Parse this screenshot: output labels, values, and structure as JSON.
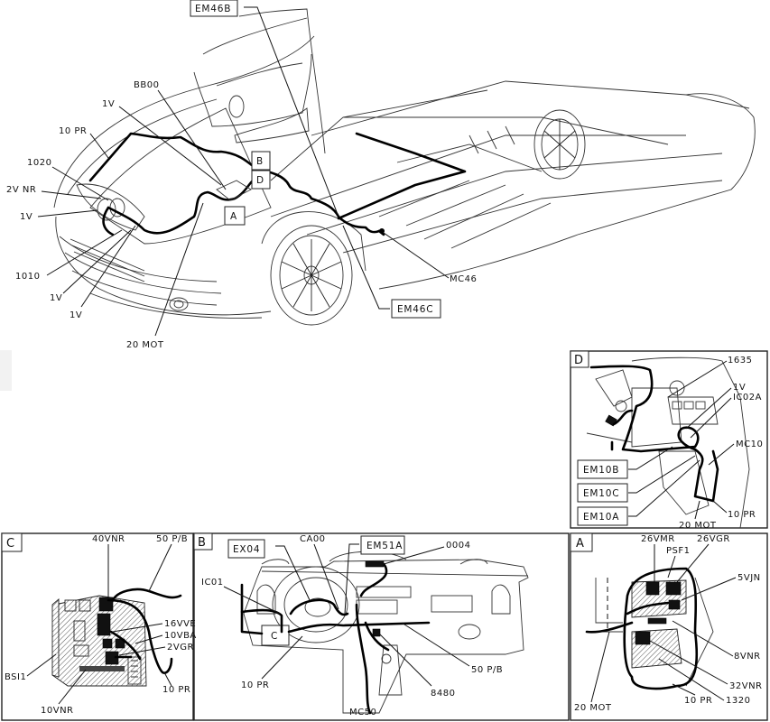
{
  "diagram": {
    "type": "vehicle-wiring-harness-layout",
    "main_view": {
      "boxed_labels": [
        "EM46B",
        "EM46C"
      ],
      "callout_boxes": [
        "A",
        "B",
        "D"
      ],
      "labels": {
        "em46b": "EM46B",
        "bb00": "BB00",
        "one_v_top": "1V",
        "ten_pr": "10 PR",
        "c1020": "1020",
        "two_v_nr": "2V NR",
        "one_v_left": "1V",
        "c1010": "1010",
        "one_v_low1": "1V",
        "one_v_low2": "1V",
        "twenty_mot": "20 MOT",
        "mc46": "MC46",
        "em46c": "EM46C",
        "box_a": "A",
        "box_b": "B",
        "box_d": "D"
      }
    },
    "panel_d": {
      "letter": "D",
      "labels": {
        "c1635": "1635",
        "one_v": "1V",
        "ic02a": "IC02A",
        "mc10": "MC10",
        "em10b": "EM10B",
        "em10c": "EM10C",
        "em10a": "EM10A",
        "twenty_mot": "20 MOT",
        "ten_pr": "10 PR"
      }
    },
    "panel_c": {
      "letter": "C",
      "labels": {
        "forty_vnr": "40VNR",
        "fifty_pb": "50 P/B",
        "sixteen_vve": "16VVE",
        "ten_vba": "10VBA",
        "two_vgr": "2VGR",
        "bsi1": "BSI1",
        "ten_vnr": "10VNR",
        "ten_pr": "10 PR"
      }
    },
    "panel_b": {
      "letter": "B",
      "labels": {
        "ex04": "EX04",
        "ca00": "CA00",
        "em51a": "EM51A",
        "c0004": "0004",
        "ic01": "IC01",
        "box_c": "C",
        "ten_pr": "10 PR",
        "fifty_pb": "50 P/B",
        "c8480": "8480",
        "mc50": "MC50"
      }
    },
    "panel_a": {
      "letter": "A",
      "labels": {
        "twentysix_vmr": "26VMR",
        "twentysix_vgr": "26VGR",
        "psf1": "PSF1",
        "five_vjn": "5VJN",
        "eight_vnr": "8VNR",
        "thirtytwo_vnr": "32VNR",
        "c1320": "1320",
        "ten_pr": "10 PR",
        "twenty_mot": "20 MOT"
      }
    }
  }
}
